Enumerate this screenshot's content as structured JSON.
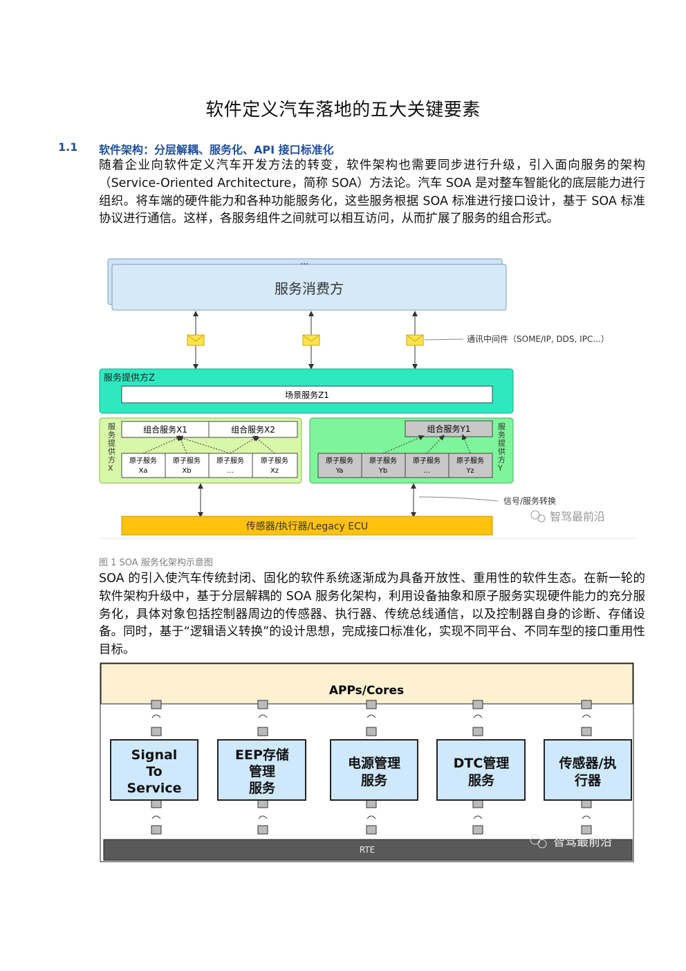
{
  "title": "软件定义汽车落地的五大关键要素",
  "section": {
    "number": "1.1",
    "title": "软件架构：分层解耦、服务化、API 接口标准化"
  },
  "paragraphs": [
    "随着企业向软件定义汽车开发方法的转变，软件架构也需要同步进行升级，引入面向服务的架构（Service-Oriented Architecture，简称 SOA）方法论。汽车 SOA 是对整车智能化的底层能力进行组织。将车端的硬件能力和各种功能服务化，这些服务根据 SOA 标准进行接口设计，基于 SOA 标准协议进行通信。这样，各服务组件之间就可以相互访问，从而扩展了服务的组合形式。",
    "SOA 的引入使汽车传统封闭、固化的软件系统逐渐成为具备开放性、重用性的软件生态。在新一轮的软件架构升级中，基于分层解耦的 SOA 服务化架构，利用设备抽象和原子服务实现硬件能力的充分服务化，具体对象包括控制器周边的传感器、执行器、传统总线通信，以及控制器自身的诊断、存储设备。同时，基于“逻辑语义转换”的设计思想，完成接口标准化，实现不同平台、不同车型的接口重用性目标。"
  ],
  "figure1": {
    "dots": "…",
    "consumer": "服务消费方",
    "middleware_label": "通讯中间件（SOME/IP, DDS, IPC...）",
    "provider_z": "服务提供方Z",
    "scene_service": "场景服务Z1",
    "provider_x": "服务提供方X",
    "provider_y": "服务提供方Y",
    "composite_x1": "组合服务X1",
    "composite_x2": "组合服务X2",
    "composite_y1": "组合服务Y1",
    "atomic_label": "原子服务",
    "atomic_x": [
      "Xa",
      "Xb",
      "…",
      "Xz"
    ],
    "atomic_y": [
      "Ya",
      "Yb",
      "…",
      "Yz"
    ],
    "signal_label": "信号/服务转换",
    "bottom_bar": "传感器/执行器/Legacy ECU",
    "watermark": "智驾最前沿",
    "caption": "图 1 SOA 服务化架构示意图"
  },
  "figure2": {
    "top": "APPs/Cores",
    "boxes": [
      [
        "Signal",
        "To",
        "Service"
      ],
      [
        "EEP存储",
        "管理",
        "服务"
      ],
      [
        "电源管理",
        "服务"
      ],
      [
        "DTC管理",
        "服务"
      ],
      [
        "传感器/执",
        "行器"
      ]
    ],
    "rte": "RTE",
    "watermark": "智驾最前沿"
  }
}
